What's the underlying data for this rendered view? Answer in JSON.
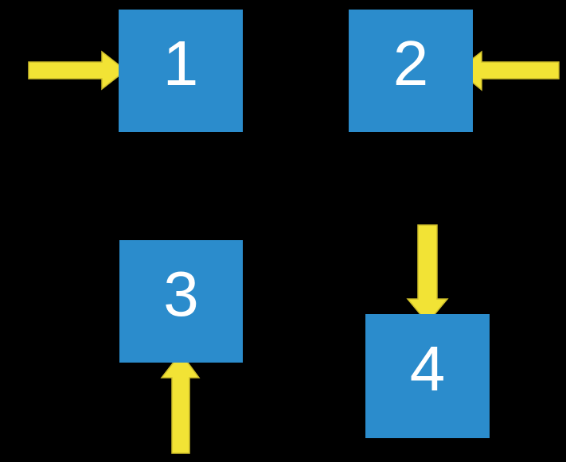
{
  "diagram": {
    "description": "Four numbered blue squares on a black background, each with a yellow block arrow pointing at it from a different side",
    "colors": {
      "background": "#000000",
      "square-fill": "#2b8ccc",
      "label": "#ffffff",
      "arrow-fill": "#f2e335",
      "arrow-edge": "#cdbd2a"
    },
    "squares": [
      {
        "label": "1",
        "position": "top-left",
        "arrow_enters_from": "left",
        "arrow_direction": "right"
      },
      {
        "label": "2",
        "position": "top-right",
        "arrow_enters_from": "right",
        "arrow_direction": "left"
      },
      {
        "label": "3",
        "position": "bottom-left",
        "arrow_enters_from": "below",
        "arrow_direction": "up"
      },
      {
        "label": "4",
        "position": "bottom-right",
        "arrow_enters_from": "above",
        "arrow_direction": "down"
      }
    ]
  }
}
